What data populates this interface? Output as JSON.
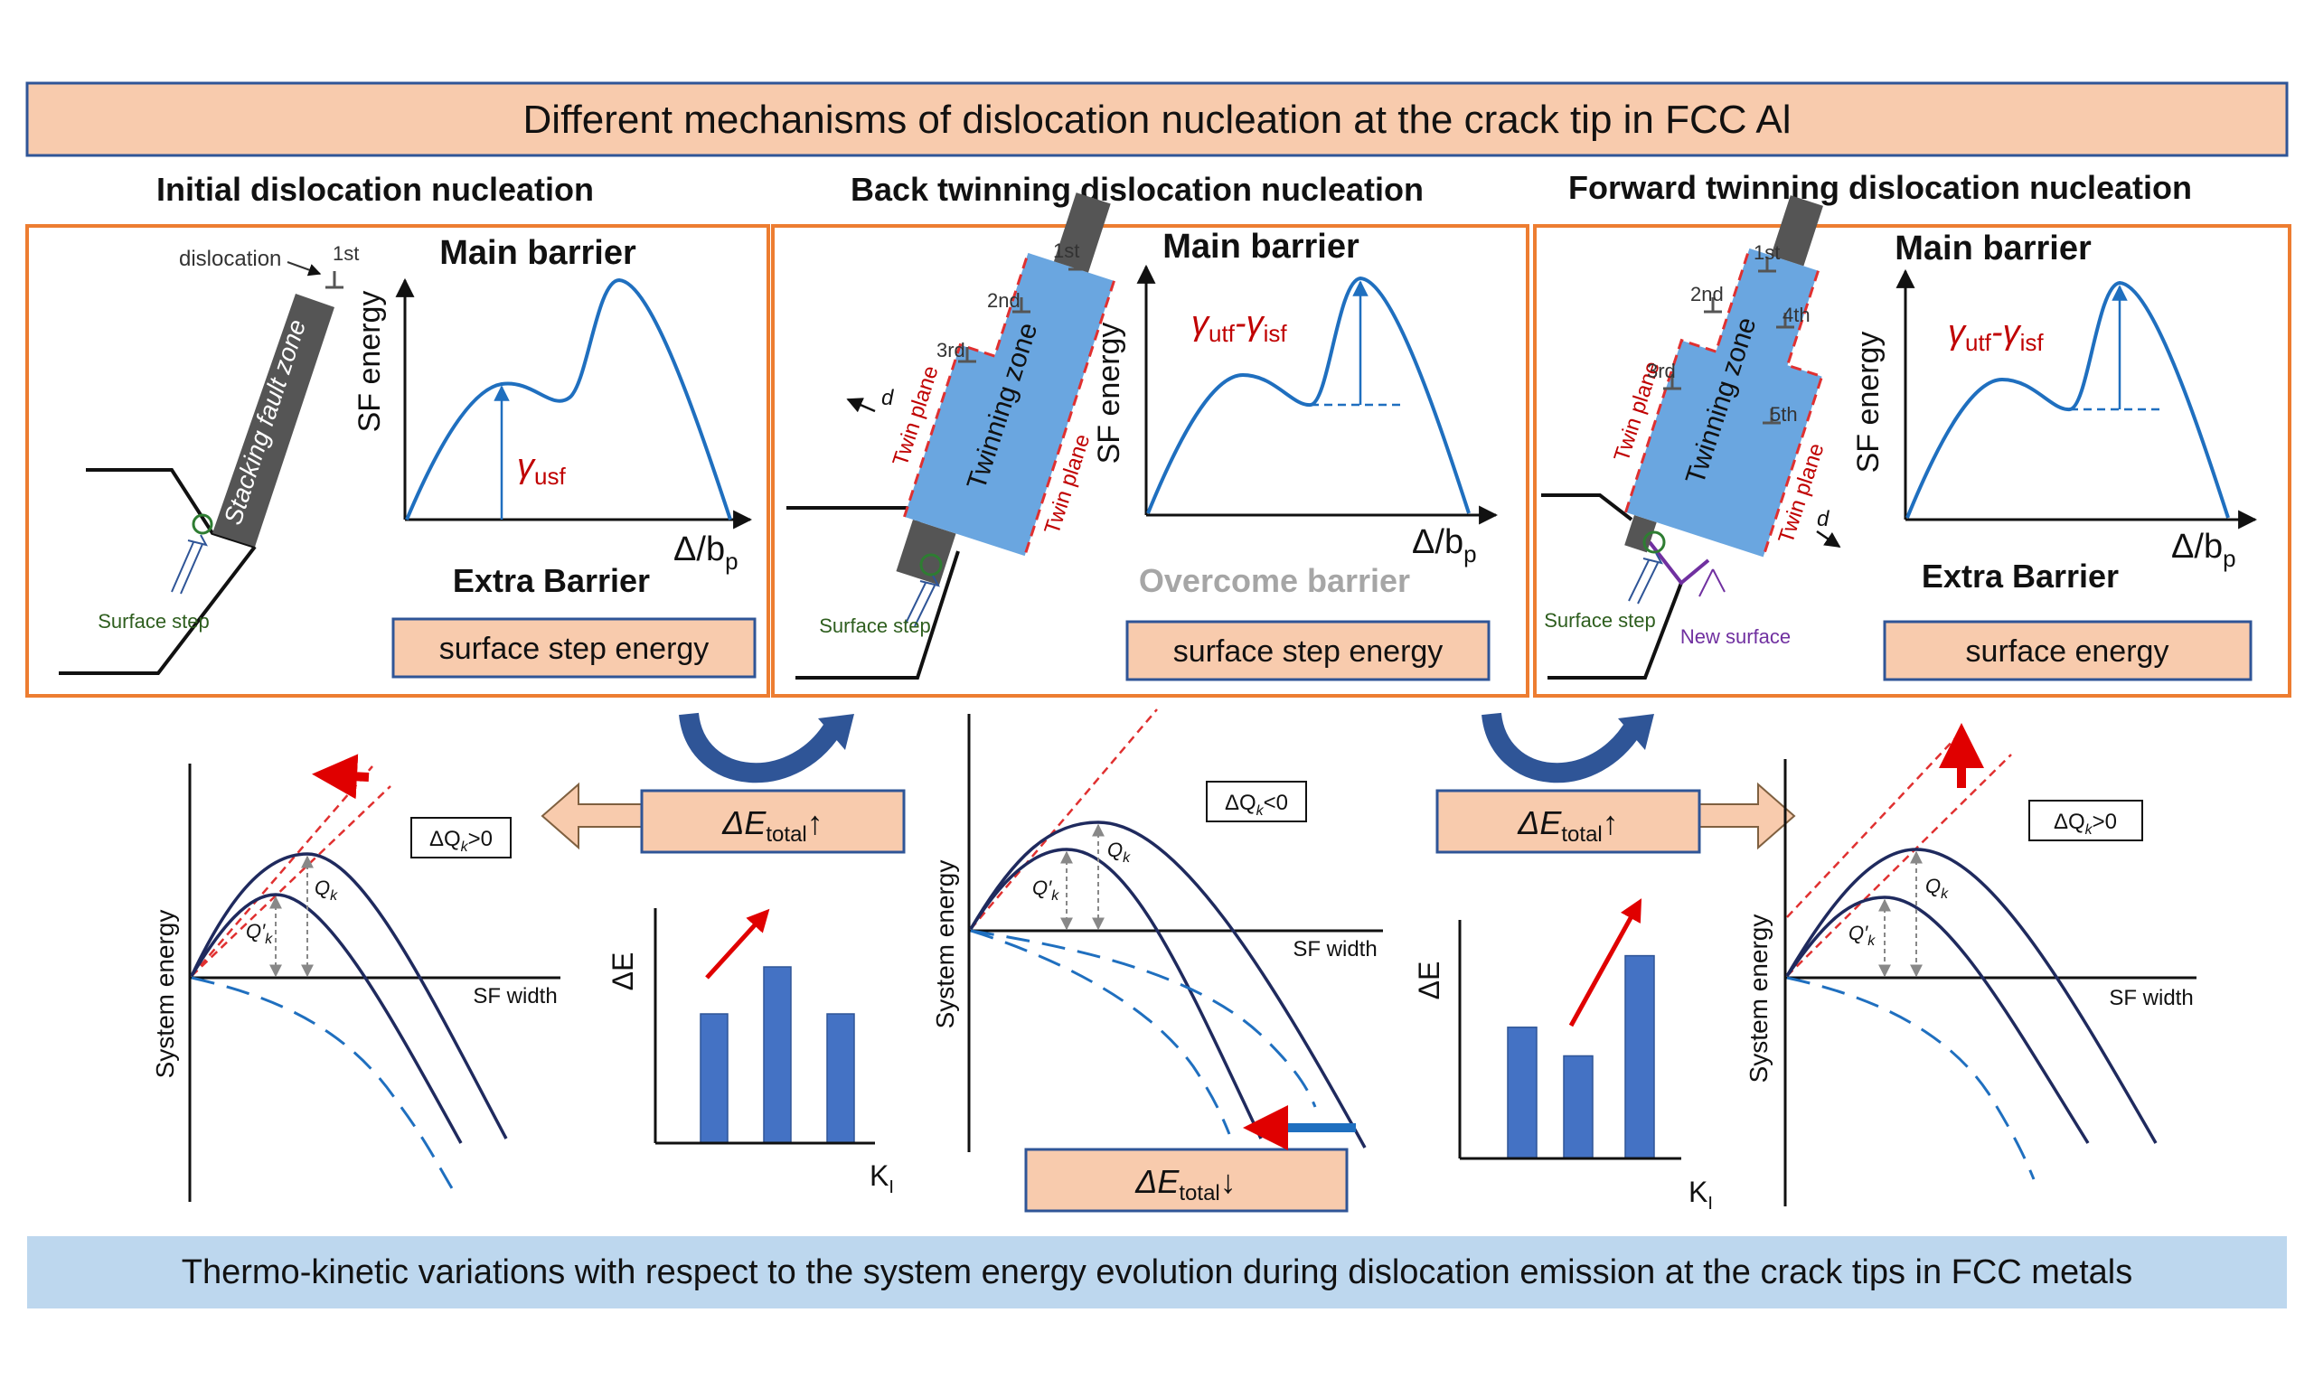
{
  "title": "Different mechanisms of dislocation nucleation at the crack tip in FCC Al",
  "footer": "Thermo-kinetic variations with respect to the system energy evolution during dislocation emission at the crack tips in FCC metals",
  "colors": {
    "title_fill": "#f8cbad",
    "title_border": "#2f5597",
    "panel_border": "#ed7d31",
    "curve_blue": "#1f6fbf",
    "dark_navy": "#1f2a5e",
    "bar_blue": "#4472c4",
    "twin_zone": "#6aa6e0",
    "fault_zone": "#555555",
    "red_dash": "#e03030",
    "twin_label": "#c00000",
    "new_surface": "#7030a0",
    "step_circle": "#2e7d32",
    "footer_fill": "#bdd7ee",
    "gray_text": "#a6a6a6"
  },
  "panels": [
    {
      "heading": "Initial dislocation nucleation",
      "dislocation_label": "dislocation",
      "order_labels": [
        "1st"
      ],
      "zone_label": "Stacking fault zone",
      "step_label": "Surface step",
      "plot_title": "Main barrier",
      "ylabel": "SF energy",
      "xlabel": "Δ/b",
      "xlabel_sub": "p",
      "barrier_symbol": "γ",
      "barrier_sub": "usf",
      "barrier_note": "Extra Barrier",
      "box_label": "surface step energy"
    },
    {
      "heading": "Back twinning dislocation nucleation",
      "order_labels": [
        "1st",
        "2nd",
        "3rd"
      ],
      "d_label": "d",
      "zone_label": "Twinning zone",
      "twin_plane_label": "Twin plane",
      "step_label": "Surface step",
      "plot_title": "Main barrier",
      "ylabel": "SF energy",
      "xlabel": "Δ/b",
      "xlabel_sub": "p",
      "barrier_parts": [
        "γ",
        "utf",
        "-γ",
        "isf"
      ],
      "barrier_note": "Overcome barrier",
      "box_label": "surface step energy"
    },
    {
      "heading": "Forward twinning dislocation nucleation",
      "order_labels": [
        "1st",
        "2nd",
        "3rd",
        "4th",
        "5th"
      ],
      "d_label": "d",
      "zone_label": "Twinning zone",
      "twin_plane_label": "Twin plane",
      "step_label": "Surface step",
      "new_surface_label": "New surface",
      "plot_title": "Main barrier",
      "ylabel": "SF energy",
      "xlabel": "Δ/b",
      "xlabel_sub": "p",
      "barrier_parts": [
        "γ",
        "utf",
        "-γ",
        "isf"
      ],
      "barrier_note": "Extra Barrier",
      "box_label": "surface energy"
    }
  ],
  "bottom": {
    "energy_plots": [
      {
        "ylabel": "System energy",
        "xlabel": "SF width",
        "dq": [
          "ΔQ",
          "k",
          ">0"
        ],
        "q_labels": [
          "Q",
          "k",
          "Q′",
          "k"
        ]
      },
      {
        "ylabel": "System energy",
        "xlabel": "SF width",
        "dq": [
          "ΔQ",
          "k",
          "<0"
        ],
        "q_labels": [
          "Q",
          "k",
          "Q′",
          "k"
        ]
      },
      {
        "ylabel": "System energy",
        "xlabel": "SF width",
        "dq": [
          "ΔQ",
          "k",
          ">0"
        ],
        "q_labels": [
          "Q",
          "k",
          "Q′",
          "k"
        ]
      }
    ],
    "etotal_boxes": [
      {
        "main": "ΔE",
        "sub": "total",
        "arrow": "↑"
      },
      {
        "main": "ΔE",
        "sub": "total",
        "arrow": "↓"
      },
      {
        "main": "ΔE",
        "sub": "total",
        "arrow": "↑"
      }
    ],
    "bar_charts": [
      {
        "ylabel": "ΔE",
        "xlabel": "K",
        "xlabel_sub": "I",
        "values": [
          0.55,
          0.75,
          0.55
        ]
      },
      {
        "ylabel": "ΔE",
        "xlabel": "K",
        "xlabel_sub": "I",
        "values": [
          0.55,
          0.43,
          0.85
        ]
      }
    ]
  }
}
